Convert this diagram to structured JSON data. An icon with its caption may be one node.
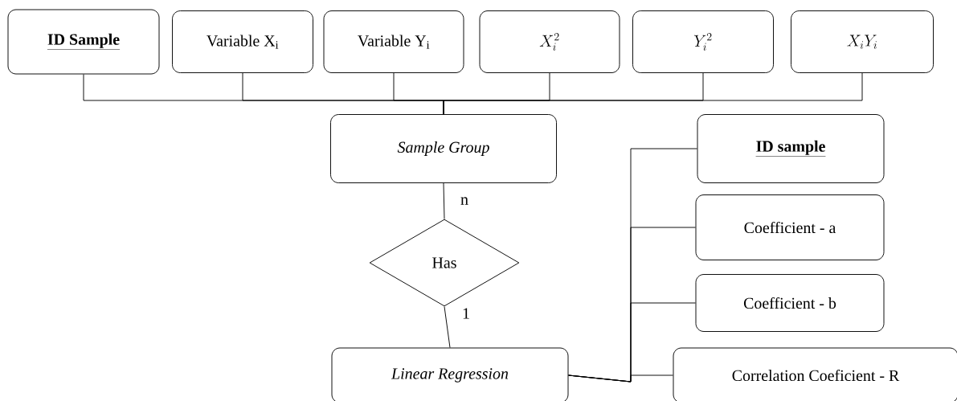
{
  "diagram": {
    "nodes": [
      {
        "text": [
          "ID Sample"
        ]
      },
      {
        "text": [
          "Variable X$_{i}$"
        ]
      },
      {
        "text": [
          "Variable Y$_{i}$"
        ]
      },
      {
        "text": [
          "X_i^2"
        ]
      },
      {
        "text": [
          "Y_i^2"
        ]
      },
      {
        "text": [
          "X_iY_i"
        ]
      },
      {
        "text": [
          "Sample Group"
        ]
      },
      {
        "text": [
          "Has"
        ]
      },
      {
        "text": [
          "Linear Regression"
        ]
      },
      {
        "text": [
          "ID sample"
        ]
      },
      {
        "text": [
          "Coefficient - a"
        ]
      },
      {
        "text": [
          "Coefficient - b"
        ]
      },
      {
        "text": [
          "Correlation Coeficient - R"
        ]
      }
    ],
    "edges": [
      {
        "from": 0,
        "to": 6,
        "arrow": "none"
      },
      {
        "from": 1,
        "to": 6,
        "arrow": "none"
      },
      {
        "from": 2,
        "to": 6,
        "arrow": "none"
      },
      {
        "from": 3,
        "to": 6,
        "arrow": "none"
      },
      {
        "from": 4,
        "to": 6,
        "arrow": "none"
      },
      {
        "from": 5,
        "to": 6,
        "arrow": "none"
      },
      {
        "from": 6,
        "to": 7,
        "arrow": "none",
        "label": "n"
      },
      {
        "from": 7,
        "to": 8,
        "arrow": "none",
        "label": "1"
      },
      {
        "from": 8,
        "to": 9,
        "arrow": "none"
      },
      {
        "from": 8,
        "to": 10,
        "arrow": "none"
      },
      {
        "from": 8,
        "to": 11,
        "arrow": "none"
      },
      {
        "from": 8,
        "to": 12,
        "arrow": "none"
      }
    ]
  }
}
